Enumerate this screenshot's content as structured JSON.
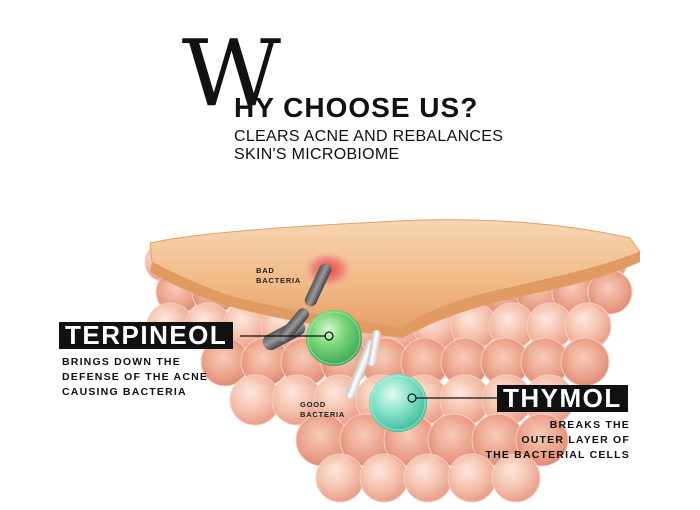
{
  "header": {
    "big_letter": "W",
    "headline": "HY CHOOSE US?",
    "subline_1": "CLEARS ACNE AND REBALANCES",
    "subline_2": "SKIN'S MICROBIOME"
  },
  "labels": {
    "bad_bacteria_1": "BAD",
    "bad_bacteria_2": "BACTERIA",
    "good_bacteria_1": "GOOD",
    "good_bacteria_2": "BACTERIA"
  },
  "terpineol": {
    "title": "TERPINEOL",
    "line_1": "BRINGS DOWN THE",
    "line_2": "DEFENSE OF THE ACNE",
    "line_3": "CAUSING BACTERIA",
    "color": "#6fd36f"
  },
  "thymol": {
    "title": "THYMOL",
    "line_1": "BREAKS THE",
    "line_2": "OUTER LAYER OF",
    "line_3": "THE BACTERIAL CELLS",
    "color": "#7fe0c8"
  },
  "colors": {
    "skin_top": "#f2c08e",
    "cells": "#f4b9a3"
  }
}
